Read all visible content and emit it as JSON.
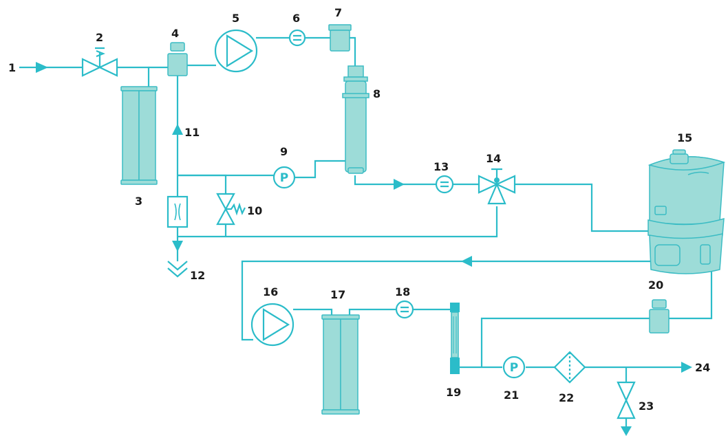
{
  "diagram": {
    "labels": [
      "1",
      "2",
      "3",
      "4",
      "5",
      "6",
      "7",
      "8",
      "9",
      "10",
      "11",
      "12",
      "13",
      "14",
      "15",
      "16",
      "17",
      "18",
      "19",
      "20",
      "21",
      "22",
      "23",
      "24"
    ],
    "colors": {
      "pipe": "#2bbcc9",
      "cartridge_fill": "#9ddcd8",
      "label_text": "#1a1a1a",
      "background": "#ffffff"
    },
    "icons": {
      "pump": "pump-triangle-icon",
      "flow_meter": "flow-meter-equals-icon",
      "pressure_gauge": "pressure-gauge-p-icon",
      "valve": "valve-bowtie-icon",
      "filter": "filter-diamond-icon",
      "arrow": "flow-arrow-icon",
      "drain": "drain-chevron-icon"
    }
  }
}
